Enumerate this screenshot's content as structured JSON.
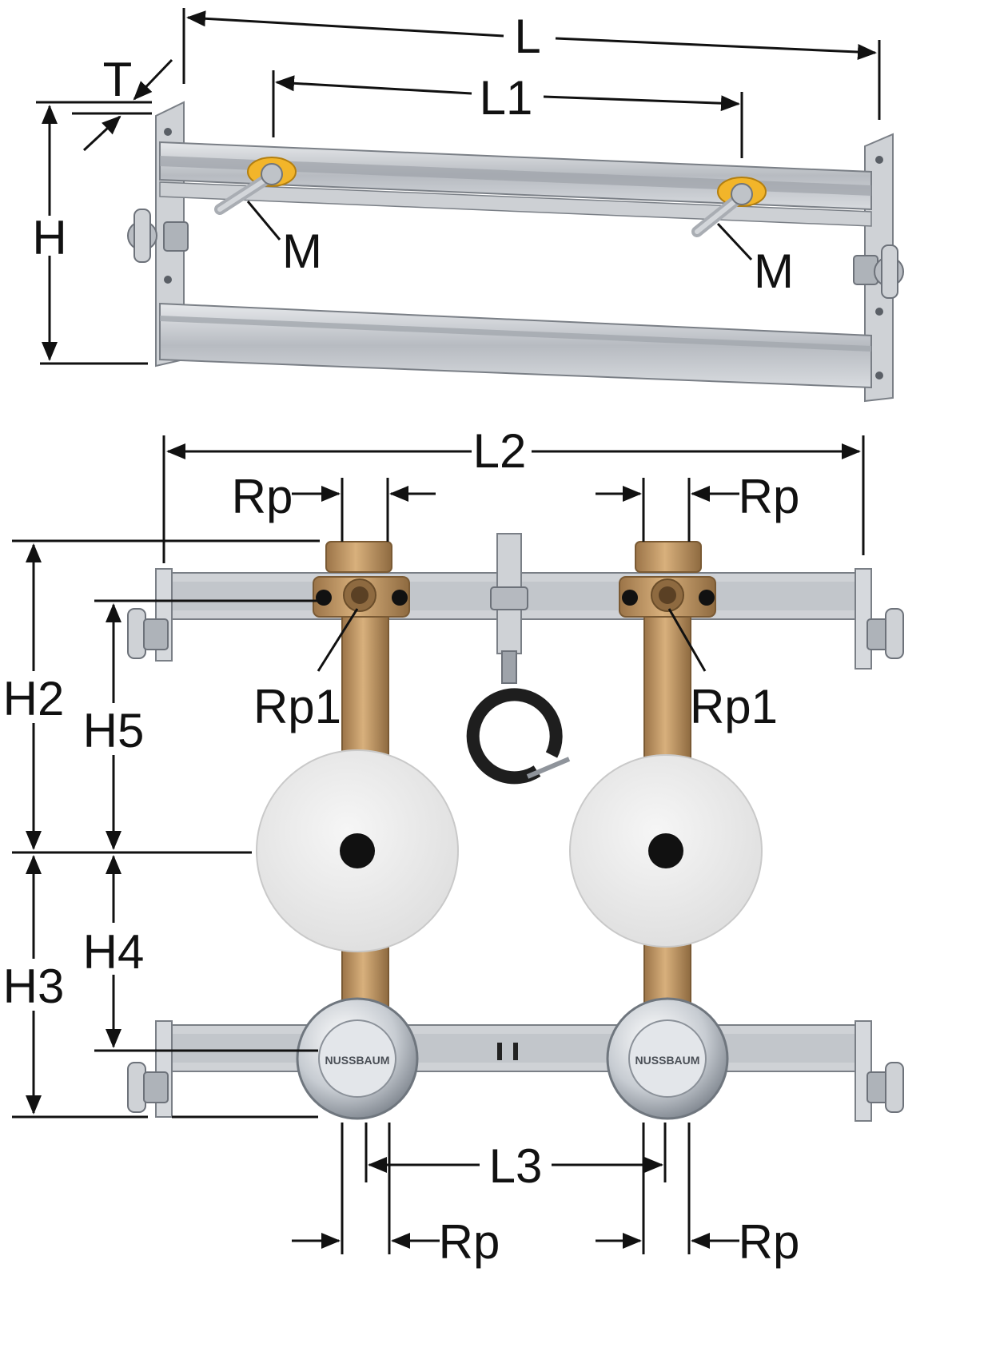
{
  "colors": {
    "steel": "#c9ccd0",
    "steel_dark": "#8b9097",
    "brass": "#c9a06b",
    "brass_dark": "#9b7448",
    "yellow": "#f2b52a",
    "plate": "#eeeeee",
    "chrome": "#d9dde2",
    "black": "#111111"
  },
  "top_view": {
    "labels": {
      "L": "L",
      "L1": "L1",
      "T": "T",
      "H": "H",
      "M_left": "M",
      "M_right": "M"
    }
  },
  "bottom_view": {
    "labels": {
      "L2": "L2",
      "Rp_top_left": "Rp",
      "Rp_top_right": "Rp",
      "Rp1_left": "Rp1",
      "Rp1_right": "Rp1",
      "H2": "H2",
      "H3": "H3",
      "H4": "H4",
      "H5": "H5",
      "L3": "L3",
      "Rp_bottom_left": "Rp",
      "Rp_bottom_right": "Rp"
    },
    "valve_brand": "NUSSBAUM"
  }
}
